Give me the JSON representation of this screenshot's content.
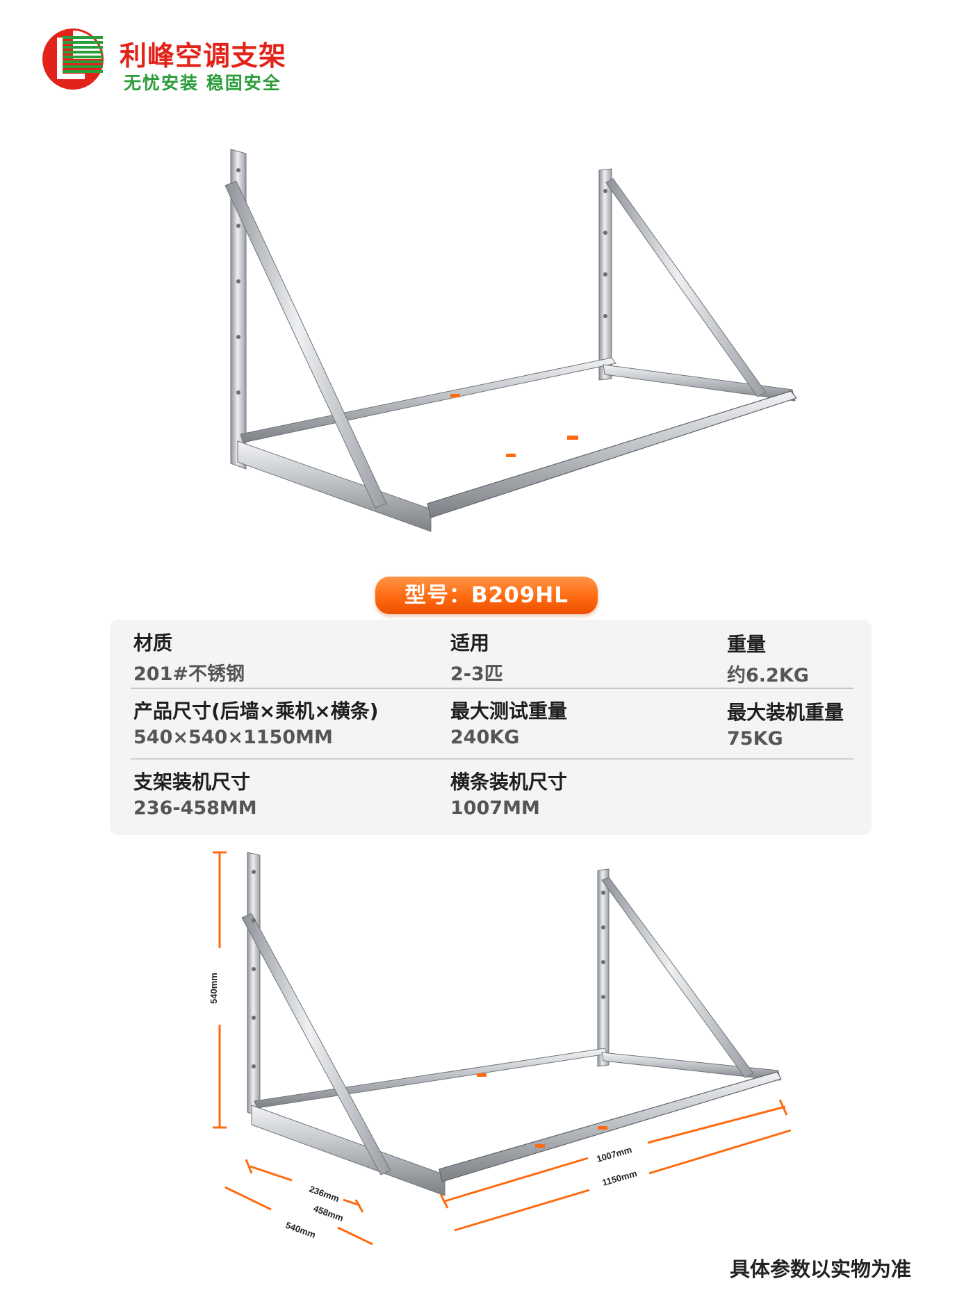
{
  "brand": {
    "name": "利峰空调支架",
    "slogan": "无忧安装  稳固安全",
    "colors": {
      "red": "#e2231a",
      "green": "#2a9d3a"
    }
  },
  "model": {
    "label": "型号：B209HL",
    "color": "#ff6a10"
  },
  "specs": {
    "row1": [
      {
        "label": "材质",
        "value": "201#不锈钢"
      },
      {
        "label": "适用",
        "value": "2-3匹"
      },
      {
        "label": "重量",
        "value": "约6.2KG"
      }
    ],
    "row2": [
      {
        "label": "产品尺寸(后墙×乘机×横条)",
        "value": "540×540×1150MM"
      },
      {
        "label": "最大测试重量",
        "value": "240KG"
      },
      {
        "label": "最大装机重量",
        "value": "75KG"
      }
    ],
    "row3": [
      {
        "label": "支架装机尺寸",
        "value": "236-458MM"
      },
      {
        "label": "横条装机尺寸",
        "value": "1007MM"
      }
    ]
  },
  "dimensions": {
    "height": "540mm",
    "depth_min": "236mm",
    "depth_max": "458mm",
    "depth_total": "540mm",
    "rail_inner": "1007mm",
    "rail_total": "1150mm"
  },
  "footnote": "具体参数以实物为准"
}
